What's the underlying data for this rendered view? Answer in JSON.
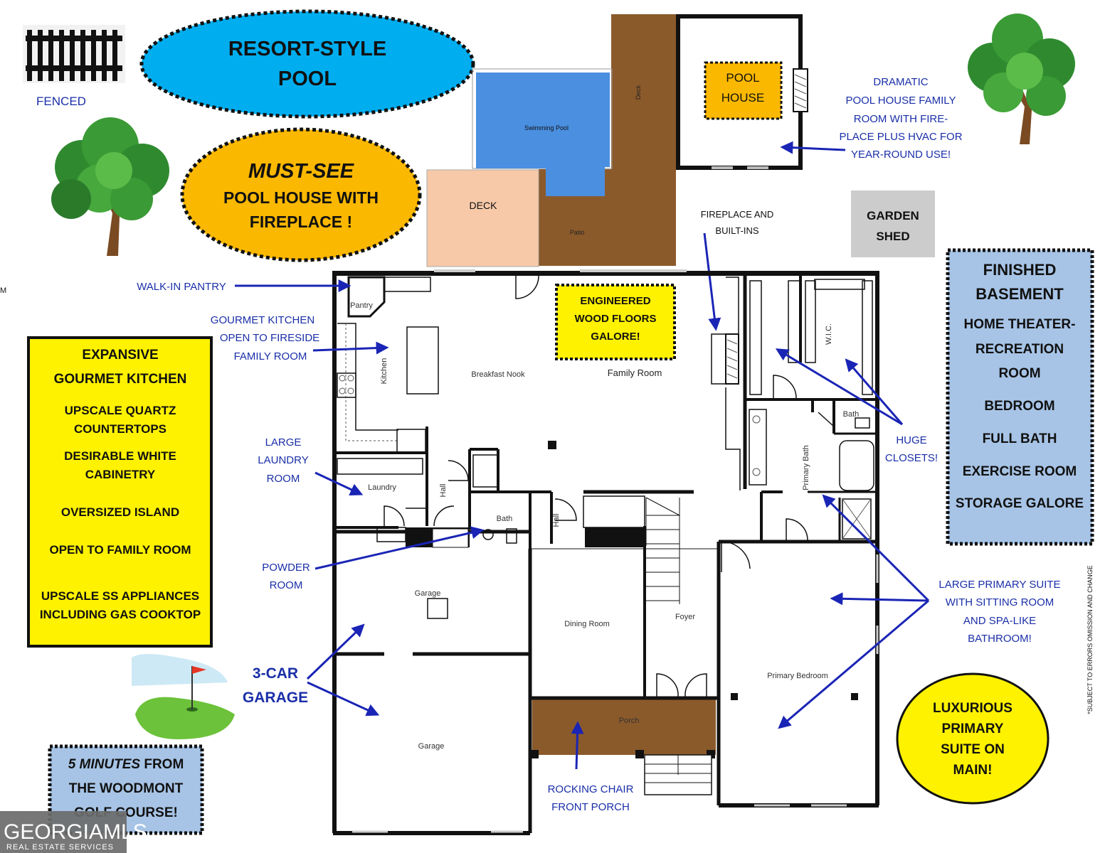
{
  "callouts": {
    "fenced": "FENCED",
    "pool_line1": "RESORT-STYLE",
    "pool_line2": "POOL",
    "mustsee_line1": "MUST-SEE",
    "mustsee_line2": "POOL HOUSE WITH",
    "mustsee_line3": "FIREPLACE !",
    "poolhouse_line1": "POOL",
    "poolhouse_line2": "HOUSE",
    "dramatic": [
      "DRAMATIC",
      "POOL HOUSE FAMILY",
      "ROOM WITH FIRE-",
      "PLACE PLUS HVAC FOR",
      "YEAR-ROUND USE!"
    ],
    "garden_line1": "GARDEN",
    "garden_line2": "SHED",
    "fireplace_line1": "FIREPLACE AND",
    "fireplace_line2": "BUILT-INS",
    "basement": [
      "FINISHED",
      "BASEMENT",
      "HOME THEATER-",
      "RECREATION",
      "ROOM",
      "BEDROOM",
      "FULL BATH",
      "EXERCISE ROOM",
      "STORAGE GALORE"
    ],
    "walkin_pantry": "WALK-IN PANTRY",
    "gourmet": [
      "GOURMET KITCHEN",
      "OPEN TO FIRESIDE",
      "FAMILY ROOM"
    ],
    "floors": [
      "ENGINEERED",
      "WOOD FLOORS",
      "GALORE!"
    ],
    "kitchen_box": [
      "EXPANSIVE",
      "GOURMET KITCHEN",
      "UPSCALE QUARTZ",
      "COUNTERTOPS",
      "DESIRABLE WHITE",
      "CABINETRY",
      "OVERSIZED ISLAND",
      "OPEN TO FAMILY ROOM",
      "UPSCALE SS APPLIANCES",
      "INCLUDING GAS COOKTOP"
    ],
    "laundry": [
      "LARGE",
      "LAUNDRY",
      "ROOM"
    ],
    "powder": [
      "POWDER",
      "ROOM"
    ],
    "garage_line1": "3-CAR",
    "garage_line2": "GARAGE",
    "golf": [
      "5 MINUTES",
      " FROM",
      "THE WOODMONT",
      "GOLF COURSE!"
    ],
    "closets": [
      "HUGE",
      "CLOSETS!"
    ],
    "primary_suite": [
      "LARGE PRIMARY SUITE",
      "WITH   SITTING ROOM",
      "AND SPA-LIKE",
      "BATHROOM!"
    ],
    "luxurious": [
      "LUXURIOUS",
      "PRIMARY",
      "SUITE ON",
      "MAIN!"
    ],
    "porch": [
      "ROCKING CHAIR",
      "FRONT PORCH"
    ],
    "disclaimer": "*SUBJECT TO ERRORS OMISSION AND CHANGE",
    "edge_letter": "M"
  },
  "rooms": {
    "swimming_pool": "Swimming Pool",
    "deck_upper": "Deck",
    "deck": "DECK",
    "patio": "Patio",
    "pantry": "Pantry",
    "kitchen": "Kitchen",
    "breakfast_nook": "Breakfast Nook",
    "family_room": "Family Room",
    "wic": "W.I.C.",
    "bath_upper": "Bath",
    "primary_bath": "Primary Bath",
    "laundry": "Laundry",
    "hall1": "Hall",
    "hall2": "Hall",
    "bath_powder": "Bath",
    "garage1": "Garage",
    "garage2": "Garage",
    "dining_room": "Dining Room",
    "foyer": "Foyer",
    "primary_bedroom": "Primary Bedroom",
    "porch": "Porch"
  },
  "logo": {
    "name": "GEORGIAMLS",
    "tagline": "REAL ESTATE SERVICES"
  },
  "colors": {
    "pool_blue": "#00aef0",
    "swimming_pool": "#4a8fe0",
    "orange_callout": "#fbb800",
    "wood_brown": "#8b5a2b",
    "deck_peach": "#f7c9a8",
    "yellow_box": "#fff200",
    "basement_blue": "#a7c4e6",
    "garden_gray": "#cccccc",
    "label_blue": "#1a2fa8"
  }
}
